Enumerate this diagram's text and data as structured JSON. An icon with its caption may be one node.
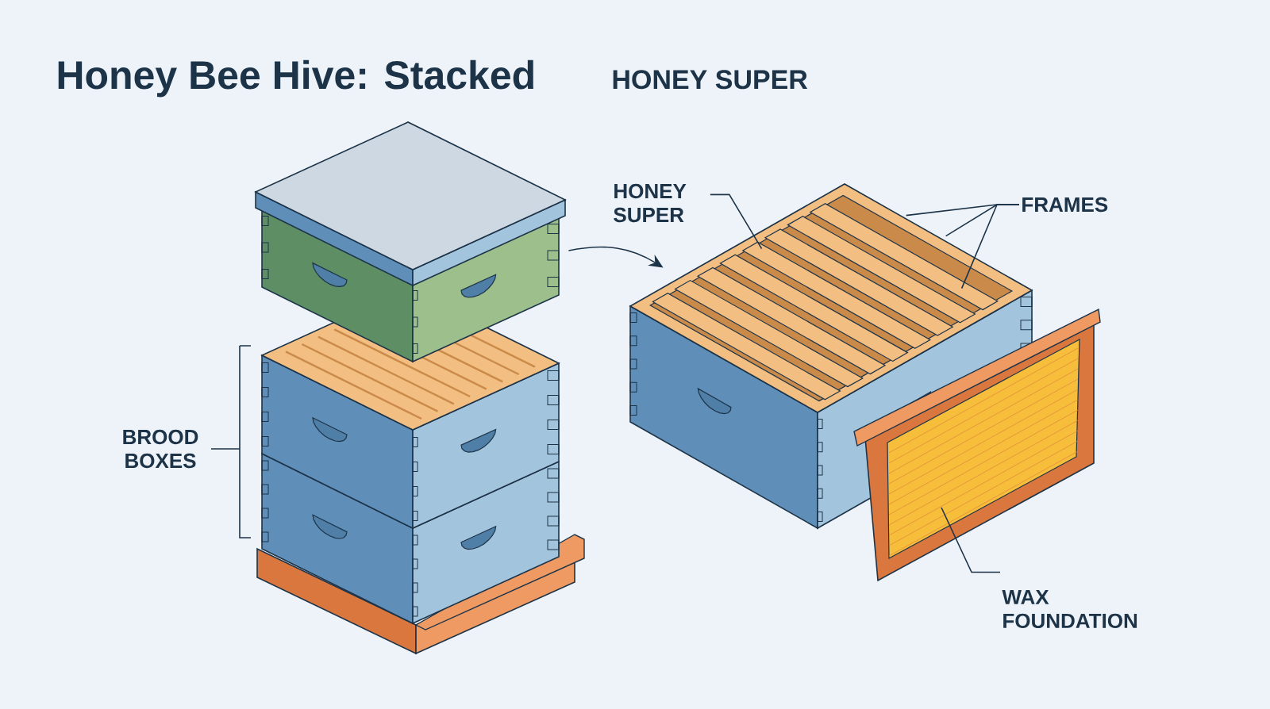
{
  "diagram": {
    "title": "Honey Bee Hive: Stacked",
    "nodes": [
      {
        "text": [],
        "shape": "picture"
      },
      {
        "text": [],
        "shape": "picture"
      },
      {
        "text": [
          "HONEY SUPER"
        ]
      },
      {
        "text": [
          "FRAMES"
        ]
      },
      {
        "text": [],
        "shape": "picture"
      },
      {
        "text": [
          "WAX FOUNDATION"
        ]
      }
    ],
    "edges": [
      {
        "from": 0,
        "to": 1,
        "arrow": "to"
      },
      {
        "from": 2,
        "to": 1,
        "arrow": "none"
      },
      {
        "from": 3,
        "to": 1,
        "arrow": "none"
      },
      {
        "from": 3,
        "to": 1,
        "arrow": "none"
      },
      {
        "from": 3,
        "to": 1,
        "arrow": "none"
      },
      {
        "from": 5,
        "to": 4,
        "arrow": "none"
      }
    ],
    "labels": [
      "HONEY SUPER",
      "BROOD BOXES"
    ]
  }
}
